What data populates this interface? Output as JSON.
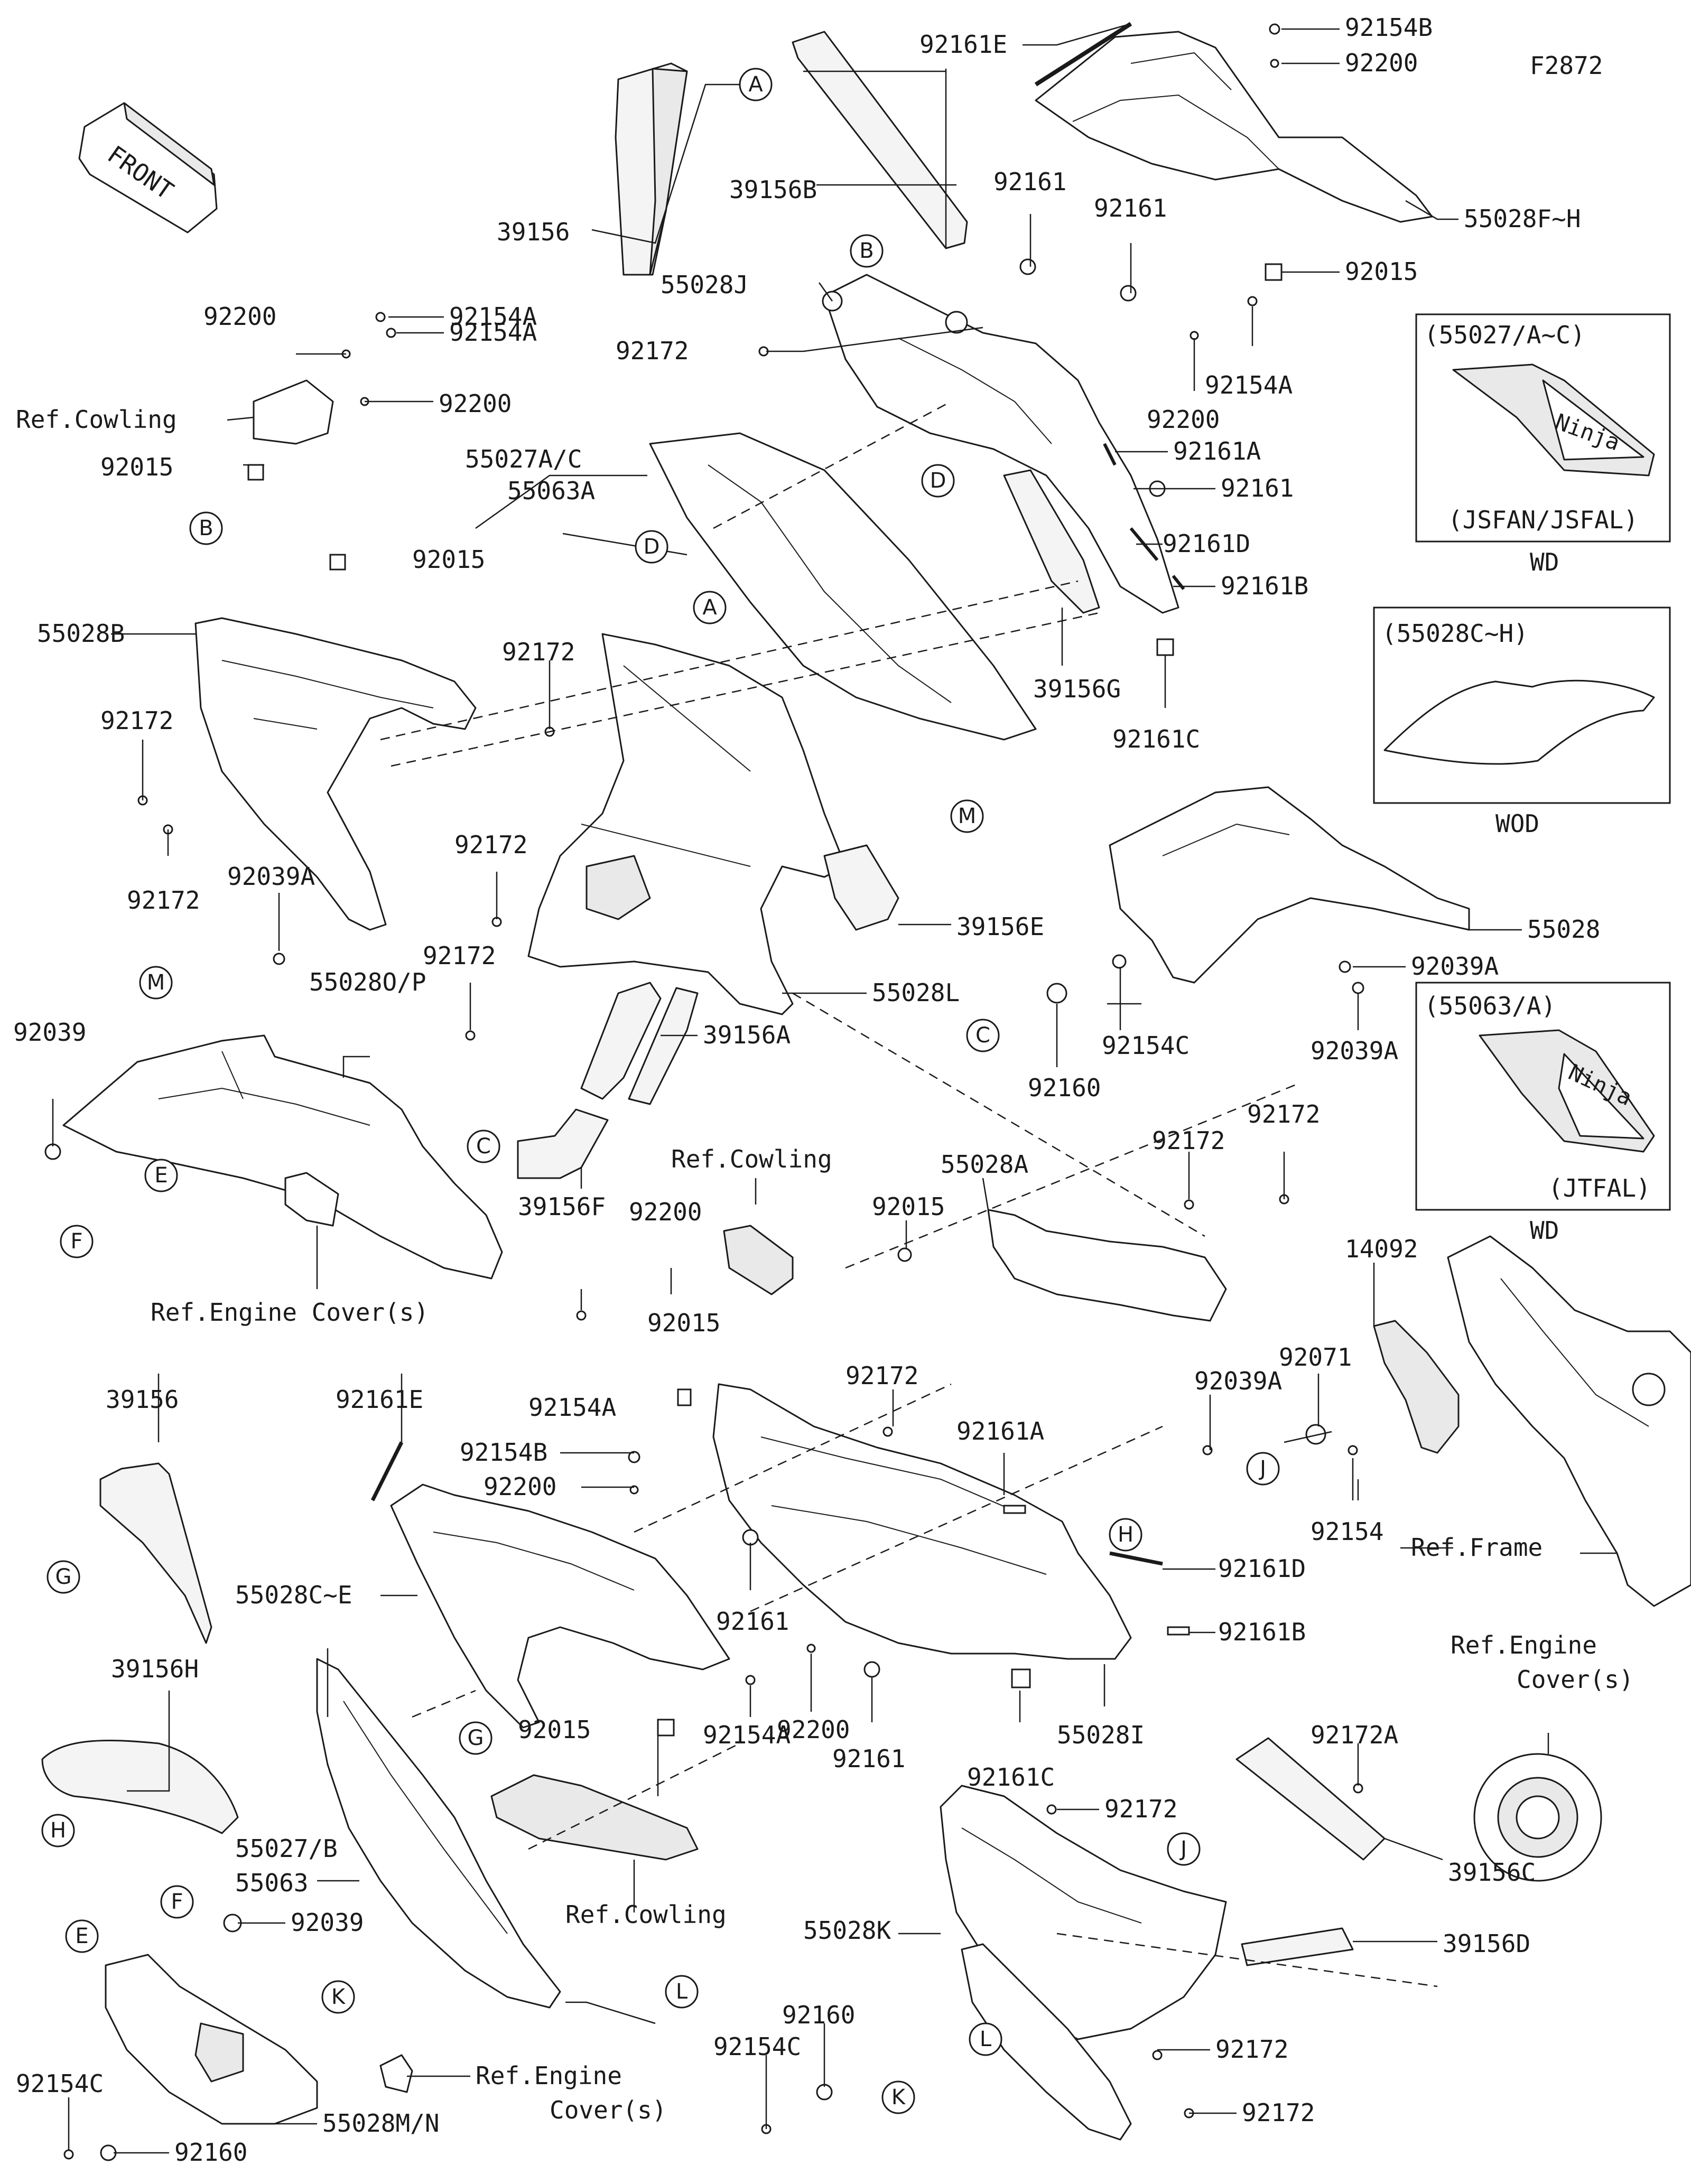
{
  "figure_code": "F2872",
  "front_sign": "FRONT",
  "inset_boxes": [
    {
      "header": "(55027/A~C)",
      "footer": "(JSFAN/JSFAL)",
      "caption": "WD",
      "logo": "Ninja"
    },
    {
      "header": "(55028C~H)",
      "caption": "WOD"
    },
    {
      "header": "(55063/A)",
      "footer": "(JTFAL)",
      "caption": "WD",
      "logo": "Ninja"
    }
  ],
  "circle_labels": [
    "A",
    "B",
    "C",
    "D",
    "E",
    "F",
    "G",
    "H",
    "J",
    "K",
    "L",
    "M"
  ],
  "labels": {
    "l_92161E_top": "92161E",
    "l_92154B_top": "92154B",
    "l_92200_top": "92200",
    "l_39156B": "39156B",
    "l_39156_top": "39156",
    "l_92161_a": "92161",
    "l_92161_b": "92161",
    "l_55028FH": "55028F~H",
    "l_92015_top": "92015",
    "l_55028J": "55028J",
    "l_92154A_a": "92154A",
    "l_92200_a": "92200",
    "l_92154A_b": "92154A",
    "l_92200_b": "92200",
    "l_refcowling_a": "Ref.Cowling",
    "l_92015_a": "92015",
    "l_92172_a": "92172",
    "l_92154A_c": "92154A",
    "l_92200_c": "92200",
    "l_55027AC": "55027A/C",
    "l_55063A": "55063A",
    "l_92161A_top": "92161A",
    "l_92161_c": "92161",
    "l_92161D_top": "92161D",
    "l_92161B_top": "92161B",
    "l_92015_b": "92015",
    "l_55028B": "55028B",
    "l_92172_b": "92172",
    "l_39156G": "39156G",
    "l_92161C_top": "92161C",
    "l_92172_c": "92172",
    "l_92172_d": "92172",
    "l_92039A_a": "92039A",
    "l_92172_e": "92172",
    "l_39156E": "39156E",
    "l_55028": "55028",
    "l_92039A_b": "92039A",
    "l_92172_f": "92172",
    "l_55028L": "55028L",
    "l_92039_a": "92039",
    "l_55028OP": "55028O/P",
    "l_92154C_a": "92154C",
    "l_92160_a": "92160",
    "l_92039A_c": "92039A",
    "l_39156A": "39156A",
    "l_refcowling_b": "Ref.Cowling",
    "l_55028A": "55028A",
    "l_92172_g": "92172",
    "l_92172_h": "92172",
    "l_92015_c": "92015",
    "l_39156F": "39156F",
    "l_92200_d": "92200",
    "l_refengine_a": "Ref.Engine Cover(s)",
    "l_92015_d": "92015",
    "l_14092": "14092",
    "l_92071": "92071",
    "l_92039A_d": "92039A",
    "l_92154A_d": "92154A",
    "l_92172_i": "92172",
    "l_39156_mid": "39156",
    "l_92161E_mid": "92161E",
    "l_92161A_mid": "92161A",
    "l_92154B_mid": "92154B",
    "l_92200_e": "92200",
    "l_92154": "92154",
    "l_refframe": "Ref.Frame",
    "l_55028CE": "55028C~E",
    "l_92161_d": "92161",
    "l_92161D_mid": "92161D",
    "l_92161B_mid": "92161B",
    "l_39156H": "39156H",
    "l_92154A_e": "92154A",
    "l_92200_f": "92200",
    "l_92161_e": "92161",
    "l_55028I": "55028I",
    "l_refengine_b1": "Ref.Engine",
    "l_refengine_b2": "Cover(s)",
    "l_92015_e": "92015",
    "l_92161C_mid": "92161C",
    "l_92172A": "92172A",
    "l_55027B": "55027/B",
    "l_55063": "55063",
    "l_92172_j": "92172",
    "l_39156C": "39156C",
    "l_refcowling_c": "Ref.Cowling",
    "l_55028K": "55028K",
    "l_39156D": "39156D",
    "l_92039_b": "92039",
    "l_refengine_c1": "Ref.Engine",
    "l_refengine_c2": "Cover(s)",
    "l_92160_b": "92160",
    "l_92154C_b": "92154C",
    "l_92172_k": "92172",
    "l_92154C_c": "92154C",
    "l_92160_c": "92160",
    "l_55028MN": "55028M/N",
    "l_92172_l": "92172"
  }
}
